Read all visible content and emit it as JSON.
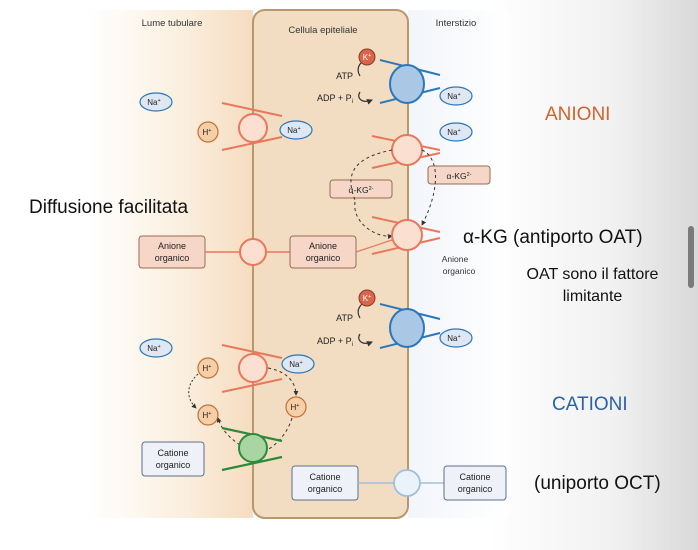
{
  "headers": {
    "lumen": "Lume tubulare",
    "cell": "Cellula epiteliale",
    "interstitium": "Interstizio"
  },
  "ions": {
    "k": "K",
    "na": "Na",
    "h": "H",
    "plus": "+",
    "atp": "ATP",
    "adp": "ADP + P",
    "adp_sub": "i",
    "akg": "α-KG",
    "akg_sup": "2-"
  },
  "boxes": {
    "anion_line1": "Anione",
    "anion_line2": "organico",
    "cation_line1": "Catione",
    "cation_line2": "organico"
  },
  "annotations": {
    "facilitated": "Diffusione facilitata",
    "anions": "ANIONI",
    "akg_antiport": "α-KG (antiporto OAT)",
    "oat_limit_1": "OAT sono il fattore",
    "oat_limit_2": "limitante",
    "cations": "CATIONI",
    "oct_uniport": "(uniporto OCT)"
  },
  "colors": {
    "anions": "#d2632a",
    "cations": "#2b62a6",
    "cell": "#f2ddc2",
    "membrane": "#b9966b",
    "transporter": "#e8785c",
    "pump": "#2a77b9",
    "green": "#2d8a3a"
  }
}
